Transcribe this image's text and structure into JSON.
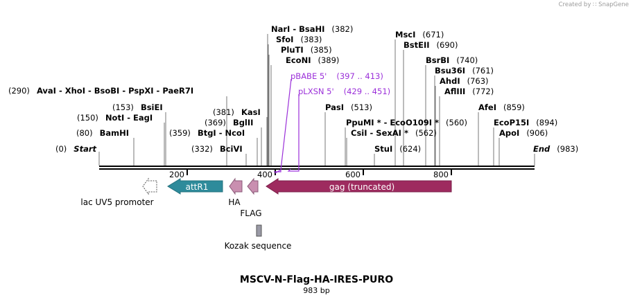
{
  "credit": "Created by ∷ SnapGene",
  "title": "MSCV-N-Flag-HA-IRES-PURO",
  "length_label": "983 bp",
  "colors": {
    "attR1": "#2e8b9b",
    "gag": "#9e2b5f",
    "tag": "#c98fb0",
    "primer": "#9b30d9",
    "kozak": "#9a9aa6"
  },
  "ruler_ticks": [
    "200",
    "400",
    "600",
    "800"
  ],
  "sites": [
    {
      "pos": "(0)",
      "name": "Start",
      "italic": true
    },
    {
      "pos": "(80)",
      "name": "BamHI"
    },
    {
      "pos": "(150)",
      "name": "NotI  -  EagI"
    },
    {
      "pos": "(153)",
      "name": "BsiEI"
    },
    {
      "pos": "(290)",
      "name": "AvaI  -  XhoI  -  BsoBI  -  PspXI  -  PaeR7I"
    },
    {
      "pos": "(332)",
      "name": "BciVI"
    },
    {
      "pos": "(359)",
      "name": "BtgI  -  NcoI"
    },
    {
      "pos": "(369)",
      "name": "BglII"
    },
    {
      "pos": "(381)",
      "name": "KasI"
    },
    {
      "pos": "(382)",
      "name": "NarI  -  BsaHI"
    },
    {
      "pos": "(383)",
      "name": "SfoI"
    },
    {
      "pos": "(385)",
      "name": "PluTI"
    },
    {
      "pos": "(389)",
      "name": "EcoNI"
    },
    {
      "pos": "(513)",
      "name": "PasI"
    },
    {
      "pos": "(560)",
      "name": "PpuMI *  -  EcoO109I *"
    },
    {
      "pos": "(562)",
      "name": "CsiI  -  SexAI *"
    },
    {
      "pos": "(624)",
      "name": "StuI"
    },
    {
      "pos": "(671)",
      "name": "MscI"
    },
    {
      "pos": "(690)",
      "name": "BstEII"
    },
    {
      "pos": "(740)",
      "name": "BsrBI"
    },
    {
      "pos": "(761)",
      "name": "Bsu36I"
    },
    {
      "pos": "(763)",
      "name": "AhdI"
    },
    {
      "pos": "(772)",
      "name": "AflIII"
    },
    {
      "pos": "(859)",
      "name": "AfeI"
    },
    {
      "pos": "(894)",
      "name": "EcoP15I"
    },
    {
      "pos": "(906)",
      "name": "ApoI"
    },
    {
      "pos": "(983)",
      "name": "End",
      "italic": true
    }
  ],
  "primers": [
    {
      "name": "pBABE 5'",
      "range": "(397 .. 413)"
    },
    {
      "name": "pLXSN 5'",
      "range": "(429 .. 451)"
    }
  ],
  "features": [
    {
      "name": "lac UV5 promoter"
    },
    {
      "name": "attR1"
    },
    {
      "name": "HA"
    },
    {
      "name": "FLAG"
    },
    {
      "name": "gag (truncated)"
    },
    {
      "name": "Kozak sequence"
    }
  ]
}
